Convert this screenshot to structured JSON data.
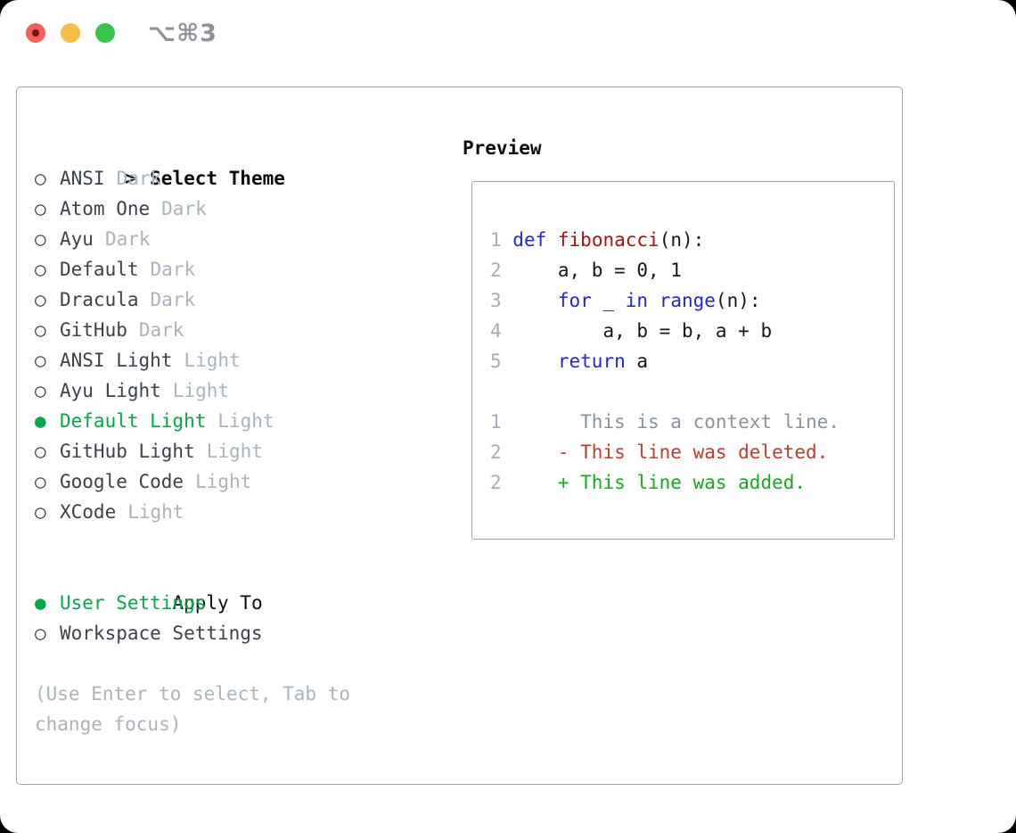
{
  "window": {
    "shortcut_label": "⌥⌘3"
  },
  "icons": {
    "radio_unselected": "○",
    "radio_selected": "●",
    "cursor": ">"
  },
  "colors": {
    "border": "#9AA3AF",
    "text": "#3B414B",
    "dim": "#A9B2BF",
    "black": "#0B0B0C",
    "green": "#00AB45",
    "keyword_blue": "#2222E8",
    "function_red": "#A31313",
    "diff_deleted_red": "#C23A2B",
    "diff_added_green": "#12AC1C",
    "line_number_gray": "#A3ACB8",
    "context_gray": "#8A929C",
    "shortcut_gray": "#8E9298",
    "traffic_close": "#F1605A",
    "traffic_close_dot": "#70160F",
    "traffic_minimize": "#F6BE45",
    "traffic_zoom": "#37C549"
  },
  "theme_list": {
    "header": "Select Theme",
    "items": [
      {
        "label": "ANSI",
        "variant": "Dark",
        "selected": false
      },
      {
        "label": "Atom One",
        "variant": "Dark",
        "selected": false
      },
      {
        "label": "Ayu",
        "variant": "Dark",
        "selected": false
      },
      {
        "label": "Default",
        "variant": "Dark",
        "selected": false
      },
      {
        "label": "Dracula",
        "variant": "Dark",
        "selected": false
      },
      {
        "label": "GitHub",
        "variant": "Dark",
        "selected": false
      },
      {
        "label": "ANSI Light",
        "variant": "Light",
        "selected": false
      },
      {
        "label": "Ayu Light",
        "variant": "Light",
        "selected": false
      },
      {
        "label": "Default Light",
        "variant": "Light",
        "selected": true
      },
      {
        "label": "GitHub Light",
        "variant": "Light",
        "selected": false
      },
      {
        "label": "Google Code",
        "variant": "Light",
        "selected": false
      },
      {
        "label": "XCode",
        "variant": "Light",
        "selected": false
      }
    ]
  },
  "apply_to": {
    "header": "Apply To",
    "options": [
      {
        "label": "User Settings",
        "selected": true
      },
      {
        "label": "Workspace Settings",
        "selected": false
      }
    ]
  },
  "help_lines": [
    "(Use Enter to select, Tab to",
    "change focus)"
  ],
  "preview": {
    "title": "Preview",
    "lines": [
      [
        {
          "c": "ln",
          "t": "1 "
        },
        {
          "c": "kw",
          "t": "def"
        },
        {
          "c": "pl",
          "t": " "
        },
        {
          "c": "fn",
          "t": "fibonacci"
        },
        {
          "c": "pl",
          "t": "(n):"
        }
      ],
      [
        {
          "c": "ln",
          "t": "2 "
        },
        {
          "c": "pl",
          "t": "    a, b = 0, 1"
        }
      ],
      [
        {
          "c": "ln",
          "t": "3 "
        },
        {
          "c": "pl",
          "t": "    "
        },
        {
          "c": "kw",
          "t": "for"
        },
        {
          "c": "pl",
          "t": " _ "
        },
        {
          "c": "kw",
          "t": "in"
        },
        {
          "c": "pl",
          "t": " "
        },
        {
          "c": "kw",
          "t": "range"
        },
        {
          "c": "pl",
          "t": "(n):"
        }
      ],
      [
        {
          "c": "ln",
          "t": "4 "
        },
        {
          "c": "pl",
          "t": "        a, b = b, a + b"
        }
      ],
      [
        {
          "c": "ln",
          "t": "5 "
        },
        {
          "c": "pl",
          "t": "    "
        },
        {
          "c": "kw",
          "t": "return"
        },
        {
          "c": "pl",
          "t": " a"
        }
      ],
      [],
      [
        {
          "c": "ln",
          "t": "1"
        },
        {
          "c": "ctx",
          "t": "       This is a context line."
        }
      ],
      [
        {
          "c": "ln",
          "t": "2"
        },
        {
          "c": "pl",
          "t": "     "
        },
        {
          "c": "del",
          "t": "- This line was deleted."
        }
      ],
      [
        {
          "c": "ln",
          "t": "2"
        },
        {
          "c": "pl",
          "t": "     "
        },
        {
          "c": "add",
          "t": "+ This line was added."
        }
      ]
    ]
  }
}
